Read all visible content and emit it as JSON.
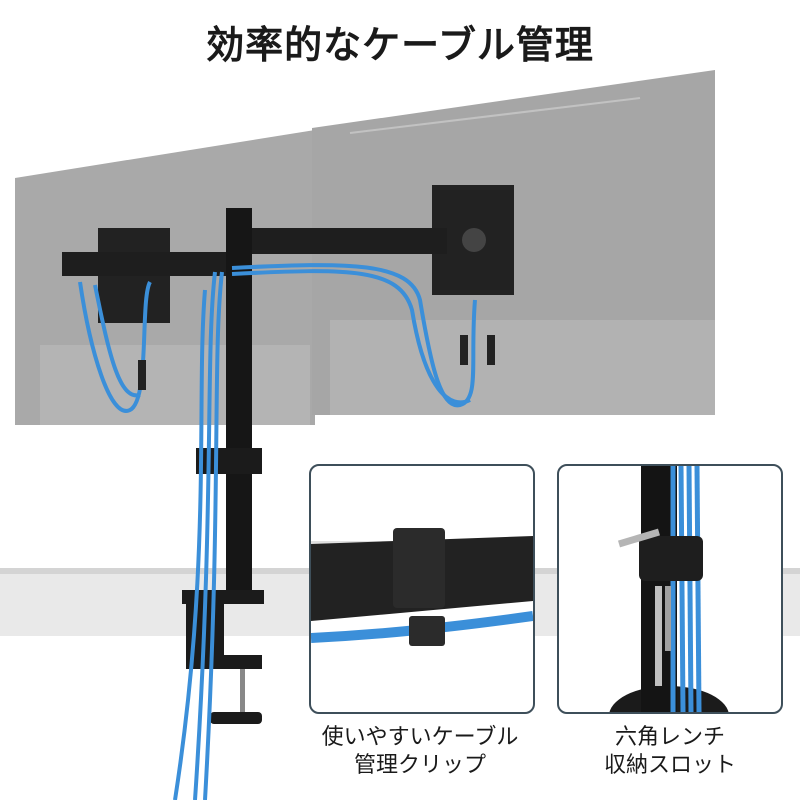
{
  "title": "効率的なケーブル管理",
  "features": [
    {
      "line1": "使いやすいケーブル",
      "line2": "管理クリップ"
    },
    {
      "line1": "六角レンチ",
      "line2": "収納スロット"
    }
  ],
  "colors": {
    "cable": "#3b8fd9",
    "monitor": "#a8a8a8",
    "frame": "#3e4f5a",
    "metal": "#1c1c1c"
  }
}
